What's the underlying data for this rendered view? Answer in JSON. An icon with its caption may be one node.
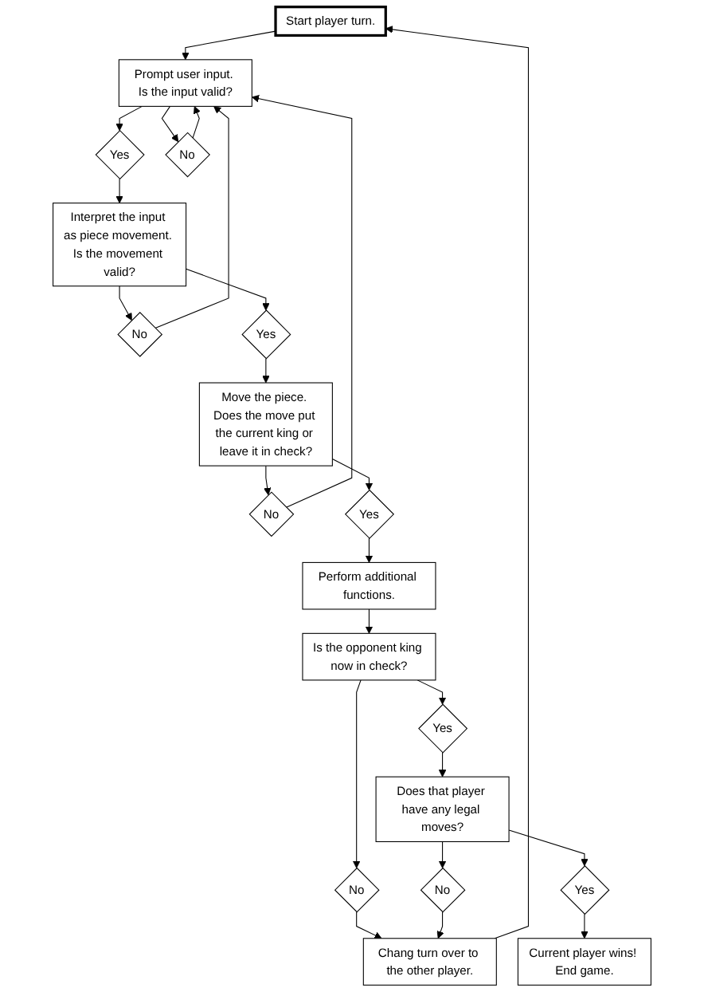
{
  "diagram": {
    "nodes": [
      {
        "text": [
          "Start player turn."
        ]
      },
      {
        "text": [
          "Prompt user input. Is the input valid?"
        ]
      },
      {
        "text": [
          "Yes"
        ]
      },
      {
        "text": [
          "No"
        ]
      },
      {
        "text": [
          "Chang turn over to the other player."
        ]
      },
      {
        "text": [
          "Interpret the input as piece movement. Is the movement valid?"
        ]
      },
      {
        "text": [
          "No"
        ]
      },
      {
        "text": [
          "Yes"
        ]
      },
      {
        "text": [
          "No"
        ]
      },
      {
        "text": [
          "Move the piece. Does the move put the current king or leave it in check?"
        ]
      },
      {
        "text": [
          "Perform additional functions."
        ]
      },
      {
        "text": [
          "Yes"
        ]
      },
      {
        "text": [
          "Is the opponent king now in check?"
        ]
      },
      {
        "text": [
          "No"
        ]
      },
      {
        "text": [
          "Yes"
        ]
      },
      {
        "text": [
          "Does that player have any legal moves?"
        ]
      },
      {
        "text": [
          "No"
        ]
      },
      {
        "text": [
          "Yes"
        ]
      },
      {
        "text": [
          "Current player wins! End game."
        ]
      }
    ],
    "edges": [
      {
        "from": 0,
        "to": 1,
        "arrow": "to"
      },
      {
        "from": 1,
        "to": 2,
        "arrow": "to"
      },
      {
        "from": 1,
        "to": 3,
        "arrow": "to"
      },
      {
        "from": 2,
        "to": 5,
        "arrow": "to"
      },
      {
        "from": 3,
        "to": 1,
        "arrow": "to"
      },
      {
        "from": 4,
        "to": 0,
        "arrow": "to"
      },
      {
        "from": 5,
        "to": 6,
        "arrow": "to"
      },
      {
        "from": 5,
        "to": 7,
        "arrow": "to"
      },
      {
        "from": 6,
        "to": 1,
        "arrow": "to"
      },
      {
        "from": 7,
        "to": 9,
        "arrow": "to"
      },
      {
        "from": 9,
        "to": 8,
        "arrow": "to"
      },
      {
        "from": 8,
        "to": 1,
        "arrow": "to"
      },
      {
        "from": 9,
        "to": 11,
        "arrow": "to"
      },
      {
        "from": 11,
        "to": 10,
        "arrow": "to"
      },
      {
        "from": 10,
        "to": 12,
        "arrow": "to"
      },
      {
        "from": 12,
        "to": 13,
        "arrow": "to"
      },
      {
        "from": 12,
        "to": 14,
        "arrow": "to"
      },
      {
        "from": 13,
        "to": 4,
        "arrow": "to"
      },
      {
        "from": 14,
        "to": 15,
        "arrow": "to"
      },
      {
        "from": 15,
        "to": 16,
        "arrow": "to"
      },
      {
        "from": 16,
        "to": 4,
        "arrow": "to"
      },
      {
        "from": 15,
        "to": 17,
        "arrow": "to"
      },
      {
        "from": 17,
        "to": 18,
        "arrow": "to"
      }
    ]
  }
}
